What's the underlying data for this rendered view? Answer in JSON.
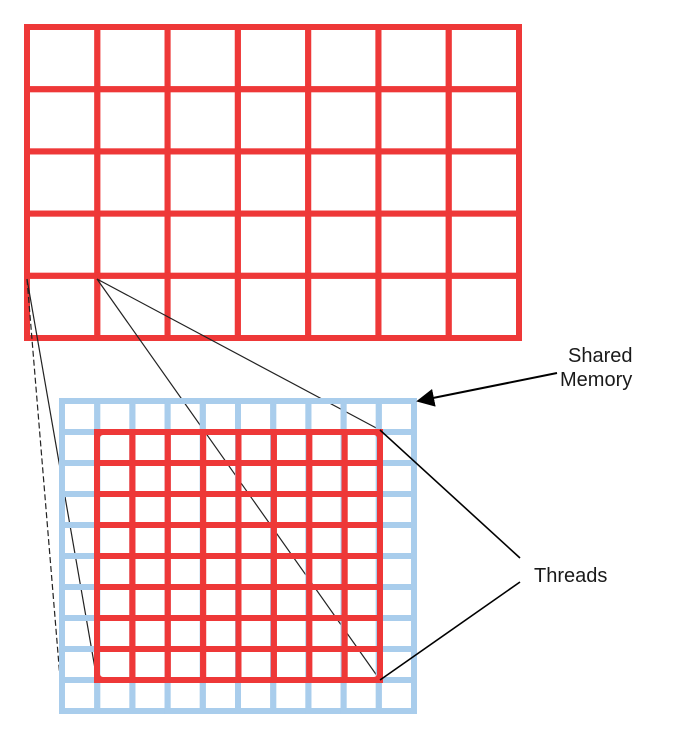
{
  "labels": {
    "shared_memory_line1": "Shared",
    "shared_memory_line2": "Memory",
    "threads": "Threads"
  },
  "grids": {
    "block_grid": {
      "rows": 5,
      "cols": 7,
      "color": "#ee3838"
    },
    "shared_memory_grid": {
      "rows": 10,
      "cols": 10,
      "color": "#a9cdec"
    },
    "thread_grid": {
      "rows": 8,
      "cols": 8,
      "color": "#ee3838"
    }
  },
  "colors": {
    "connector": "#222222",
    "arrow": "#000000"
  }
}
